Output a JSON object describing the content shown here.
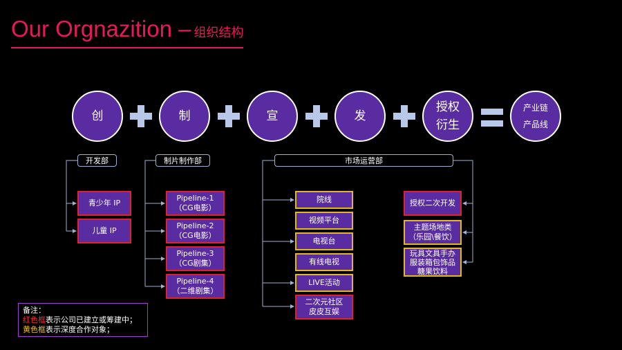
{
  "title": {
    "main": "Our Orgnazition –",
    "sub": "组织结构"
  },
  "pipeline": {
    "chuang": "创",
    "zhi": "制",
    "xuan": "宣",
    "fa": "发",
    "shouquan": "授权\n衍生",
    "result": "产业链\n产品线"
  },
  "departments": {
    "kaifa": "开发部",
    "zhipian": "制片制作部",
    "shichang": "市场运营部"
  },
  "kaifa_items": [
    "青少年 IP",
    "儿童 IP"
  ],
  "zhipian_items": [
    "Pipeline-1\n（CG电影）",
    "Pipeline-2\n（CG电影）",
    "Pipeline-3\n（CG剧集）",
    "Pipeline-4\n（二维剧集）"
  ],
  "market_items": [
    "院线",
    "视频平台",
    "电视台",
    "有线电视",
    "LIVE活动",
    "二次元社区\n皮皮互娱"
  ],
  "license_items": [
    "授权二次开发",
    "主题场地类\n（乐园\\餐饮）",
    "玩具文具手办\n服装箱包饰品\n糖果饮料"
  ],
  "legend": {
    "heading": "备注：",
    "red_term": "红色框",
    "red_desc": "表示公司已建立或筹建中；",
    "yellow_term": "黄色框",
    "yellow_desc": "表示深度合作对象；"
  },
  "colors": {
    "accent": "#e8195a",
    "node_fill": "#5a2ca2",
    "red_frame": "#e0202a",
    "yellow_frame": "#e6b820",
    "connector": "#9fb2d6"
  }
}
